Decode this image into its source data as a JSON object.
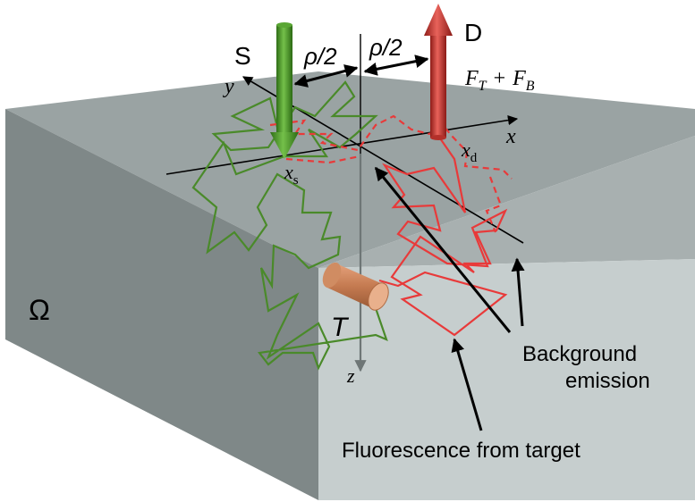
{
  "labels": {
    "source": "S",
    "detector": "D",
    "half_sep_left": "ρ/2",
    "half_sep_right": "ρ/2",
    "flux_F": "F",
    "flux_T_sub": "T",
    "flux_plus": "+",
    "flux_F2": "F",
    "flux_B_sub": "B",
    "axis_x": "x",
    "axis_y": "y",
    "axis_z": "z",
    "xs_x": "x",
    "xs_sub": "s",
    "xd_x": "x",
    "xd_sub": "d",
    "domain": "Ω",
    "target": "T",
    "background_line1": "Background",
    "background_line2": "emission",
    "fluorescence": "Fluorescence from target"
  },
  "colors": {
    "box_top": "#9aa3a3",
    "box_front": "#c5cdcd",
    "box_side": "#7e8787",
    "green_path": "#4a8a2a",
    "red_path": "#e83a3a",
    "source_arrow": "#3a8a1e",
    "detector_arrow": "#c0302a",
    "target_cylinder": "#c8825a",
    "z_axis": "#6e7676"
  }
}
